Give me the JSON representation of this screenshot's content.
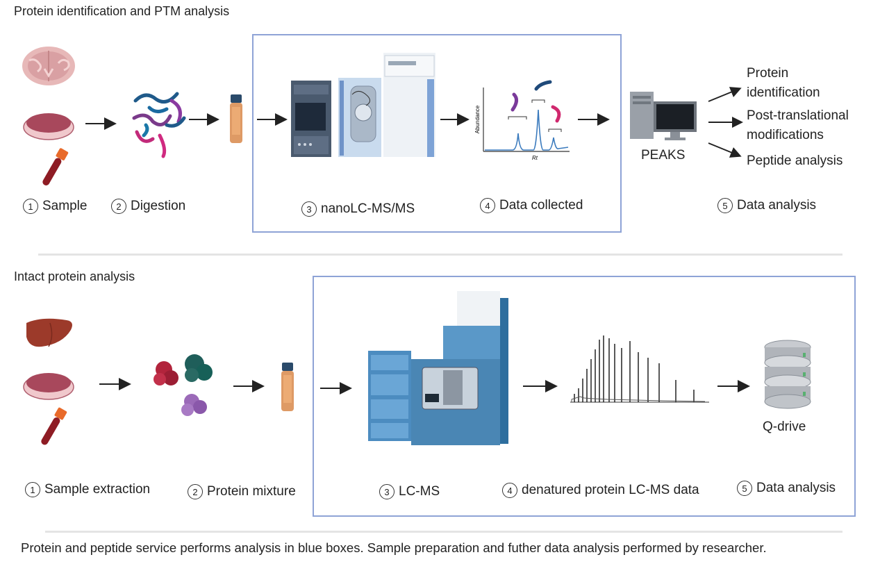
{
  "top": {
    "title": "Protein identification and PTM analysis",
    "steps": [
      {
        "num": "1",
        "label": "Sample"
      },
      {
        "num": "2",
        "label": "Digestion"
      },
      {
        "num": "3",
        "label": "nanoLC-MS/MS"
      },
      {
        "num": "4",
        "label": "Data collected"
      },
      {
        "num": "5",
        "label": "Data analysis"
      }
    ],
    "software": "PEAKS",
    "outputs": [
      "Protein",
      "identification",
      "Post-translational",
      "modifications",
      "Peptide analysis"
    ],
    "chart_axes": {
      "y": "Abundance",
      "x": "Rt"
    }
  },
  "bottom": {
    "title": "Intact protein analysis",
    "steps": [
      {
        "num": "1",
        "label": "Sample extraction"
      },
      {
        "num": "2",
        "label": "Protein mixture"
      },
      {
        "num": "3",
        "label": "LC-MS"
      },
      {
        "num": "4",
        "label": "denatured protein LC-MS data"
      },
      {
        "num": "5",
        "label": "Data analysis"
      }
    ],
    "storage": "Q-drive"
  },
  "footer": "Protein and peptide service performs analysis in blue boxes. Sample preparation and futher data analysis performed by researcher.",
  "colors": {
    "box_border": "#8ea3d6",
    "arrow": "#222222",
    "divider": "#e4e4e4"
  }
}
